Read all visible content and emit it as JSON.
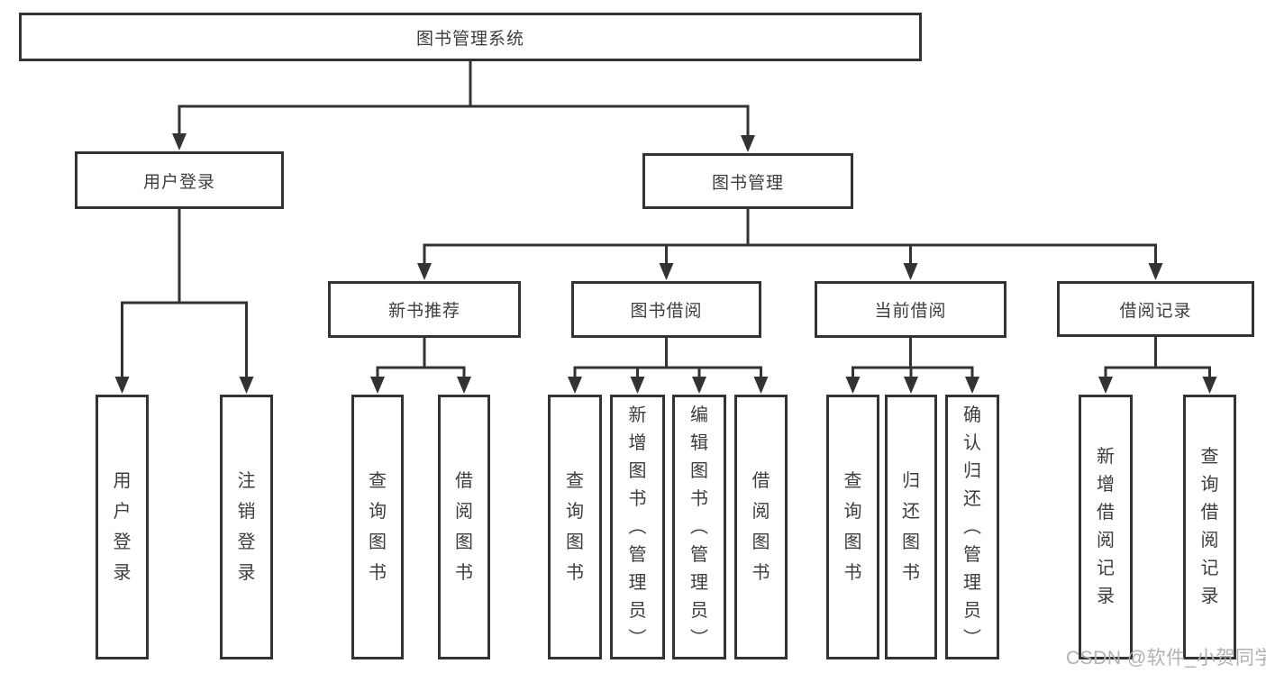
{
  "diagram": {
    "type": "tree",
    "title": "图书管理系统",
    "orientation": "top-down"
  },
  "watermark": "CSDN @软件_小贺同学",
  "colors": {
    "line": "#333333",
    "box_border": "#333333",
    "text": "#3d3d3d",
    "background": "#ffffff",
    "watermark": "#b2b2b2"
  },
  "nodes": [
    {
      "id": "root",
      "label": "图书管理系统",
      "parent": null,
      "orientation": "horizontal"
    },
    {
      "id": "user-login",
      "label": "用户登录",
      "parent": "root",
      "orientation": "horizontal"
    },
    {
      "id": "book-management",
      "label": "图书管理",
      "parent": "root",
      "orientation": "horizontal"
    },
    {
      "id": "new-book-recommend",
      "label": "新书推荐",
      "parent": "book-management",
      "orientation": "horizontal"
    },
    {
      "id": "book-borrow",
      "label": "图书借阅",
      "parent": "book-management",
      "orientation": "horizontal"
    },
    {
      "id": "current-borrow",
      "label": "当前借阅",
      "parent": "book-management",
      "orientation": "horizontal"
    },
    {
      "id": "borrow-records",
      "label": "借阅记录",
      "parent": "book-management",
      "orientation": "horizontal"
    },
    {
      "id": "leaf-user-login",
      "label": "用户登录",
      "parent": "user-login",
      "orientation": "vertical"
    },
    {
      "id": "leaf-logout",
      "label": "注销登录",
      "parent": "user-login",
      "orientation": "vertical"
    },
    {
      "id": "leaf-nbr-query",
      "label": "查询图书",
      "parent": "new-book-recommend",
      "orientation": "vertical"
    },
    {
      "id": "leaf-nbr-borrow",
      "label": "借阅图书",
      "parent": "new-book-recommend",
      "orientation": "vertical"
    },
    {
      "id": "leaf-bb-query",
      "label": "查询图书",
      "parent": "book-borrow",
      "orientation": "vertical"
    },
    {
      "id": "leaf-bb-add",
      "label": "新增图书（管理员）",
      "parent": "book-borrow",
      "orientation": "vertical"
    },
    {
      "id": "leaf-bb-edit",
      "label": "编辑图书（管理员）",
      "parent": "book-borrow",
      "orientation": "vertical"
    },
    {
      "id": "leaf-bb-borrow",
      "label": "借阅图书",
      "parent": "book-borrow",
      "orientation": "vertical"
    },
    {
      "id": "leaf-cb-query",
      "label": "查询图书",
      "parent": "current-borrow",
      "orientation": "vertical"
    },
    {
      "id": "leaf-cb-return",
      "label": "归还图书",
      "parent": "current-borrow",
      "orientation": "vertical"
    },
    {
      "id": "leaf-cb-confirm",
      "label": "确认归还（管理员）",
      "parent": "current-borrow",
      "orientation": "vertical"
    },
    {
      "id": "leaf-br-add",
      "label": "新增借阅记录",
      "parent": "borrow-records",
      "orientation": "vertical"
    },
    {
      "id": "leaf-br-query",
      "label": "查询借阅记录",
      "parent": "borrow-records",
      "orientation": "vertical"
    }
  ]
}
